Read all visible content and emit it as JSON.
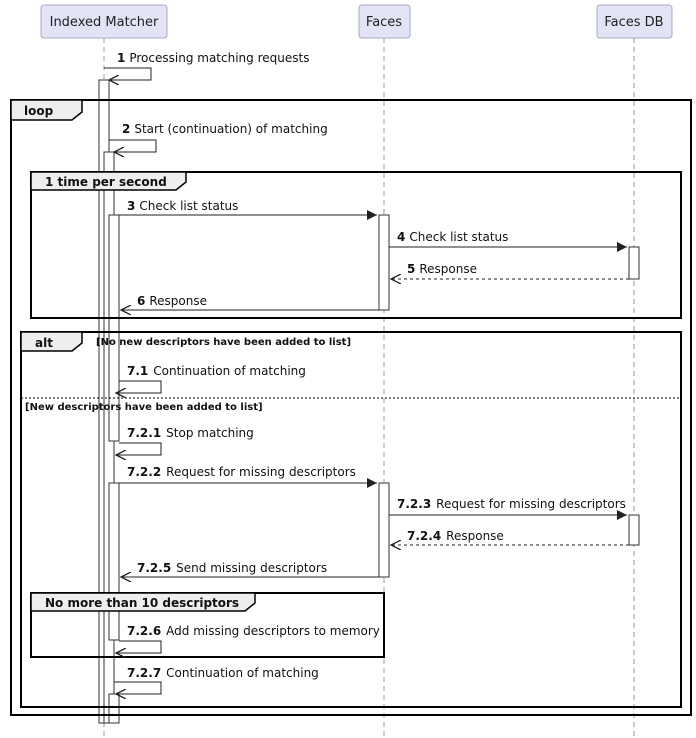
{
  "participants": [
    {
      "id": "matcher",
      "label": "Indexed Matcher"
    },
    {
      "id": "faces",
      "label": "Faces"
    },
    {
      "id": "facesdb",
      "label": "Faces DB"
    }
  ],
  "messages": [
    {
      "num": "1",
      "text": "Processing matching requests"
    },
    {
      "num": "2",
      "text": "Start (continuation) of matching"
    },
    {
      "num": "3",
      "text": "Check list status"
    },
    {
      "num": "4",
      "text": "Check list status"
    },
    {
      "num": "5",
      "text": "Response"
    },
    {
      "num": "6",
      "text": "Response"
    },
    {
      "num": "7.1",
      "text": "Continuation of matching"
    },
    {
      "num": "7.2.1",
      "text": "Stop matching"
    },
    {
      "num": "7.2.2",
      "text": "Request for missing descriptors"
    },
    {
      "num": "7.2.3",
      "text": "Request for missing descriptors"
    },
    {
      "num": "7.2.4",
      "text": "Response"
    },
    {
      "num": "7.2.5",
      "text": "Send missing descriptors"
    },
    {
      "num": "7.2.6",
      "text": "Add missing descriptors to memory"
    },
    {
      "num": "7.2.7",
      "text": "Continuation of matching"
    }
  ],
  "frames": {
    "loop": {
      "label": "loop"
    },
    "once_per_second": {
      "label": "1 time per second"
    },
    "alt": {
      "label": "alt",
      "guard_1": "[No new descriptors have been added to list]",
      "guard_2": "[New descriptors have been added to list]"
    },
    "max_ten": {
      "label": "No more than 10 descriptors"
    }
  }
}
